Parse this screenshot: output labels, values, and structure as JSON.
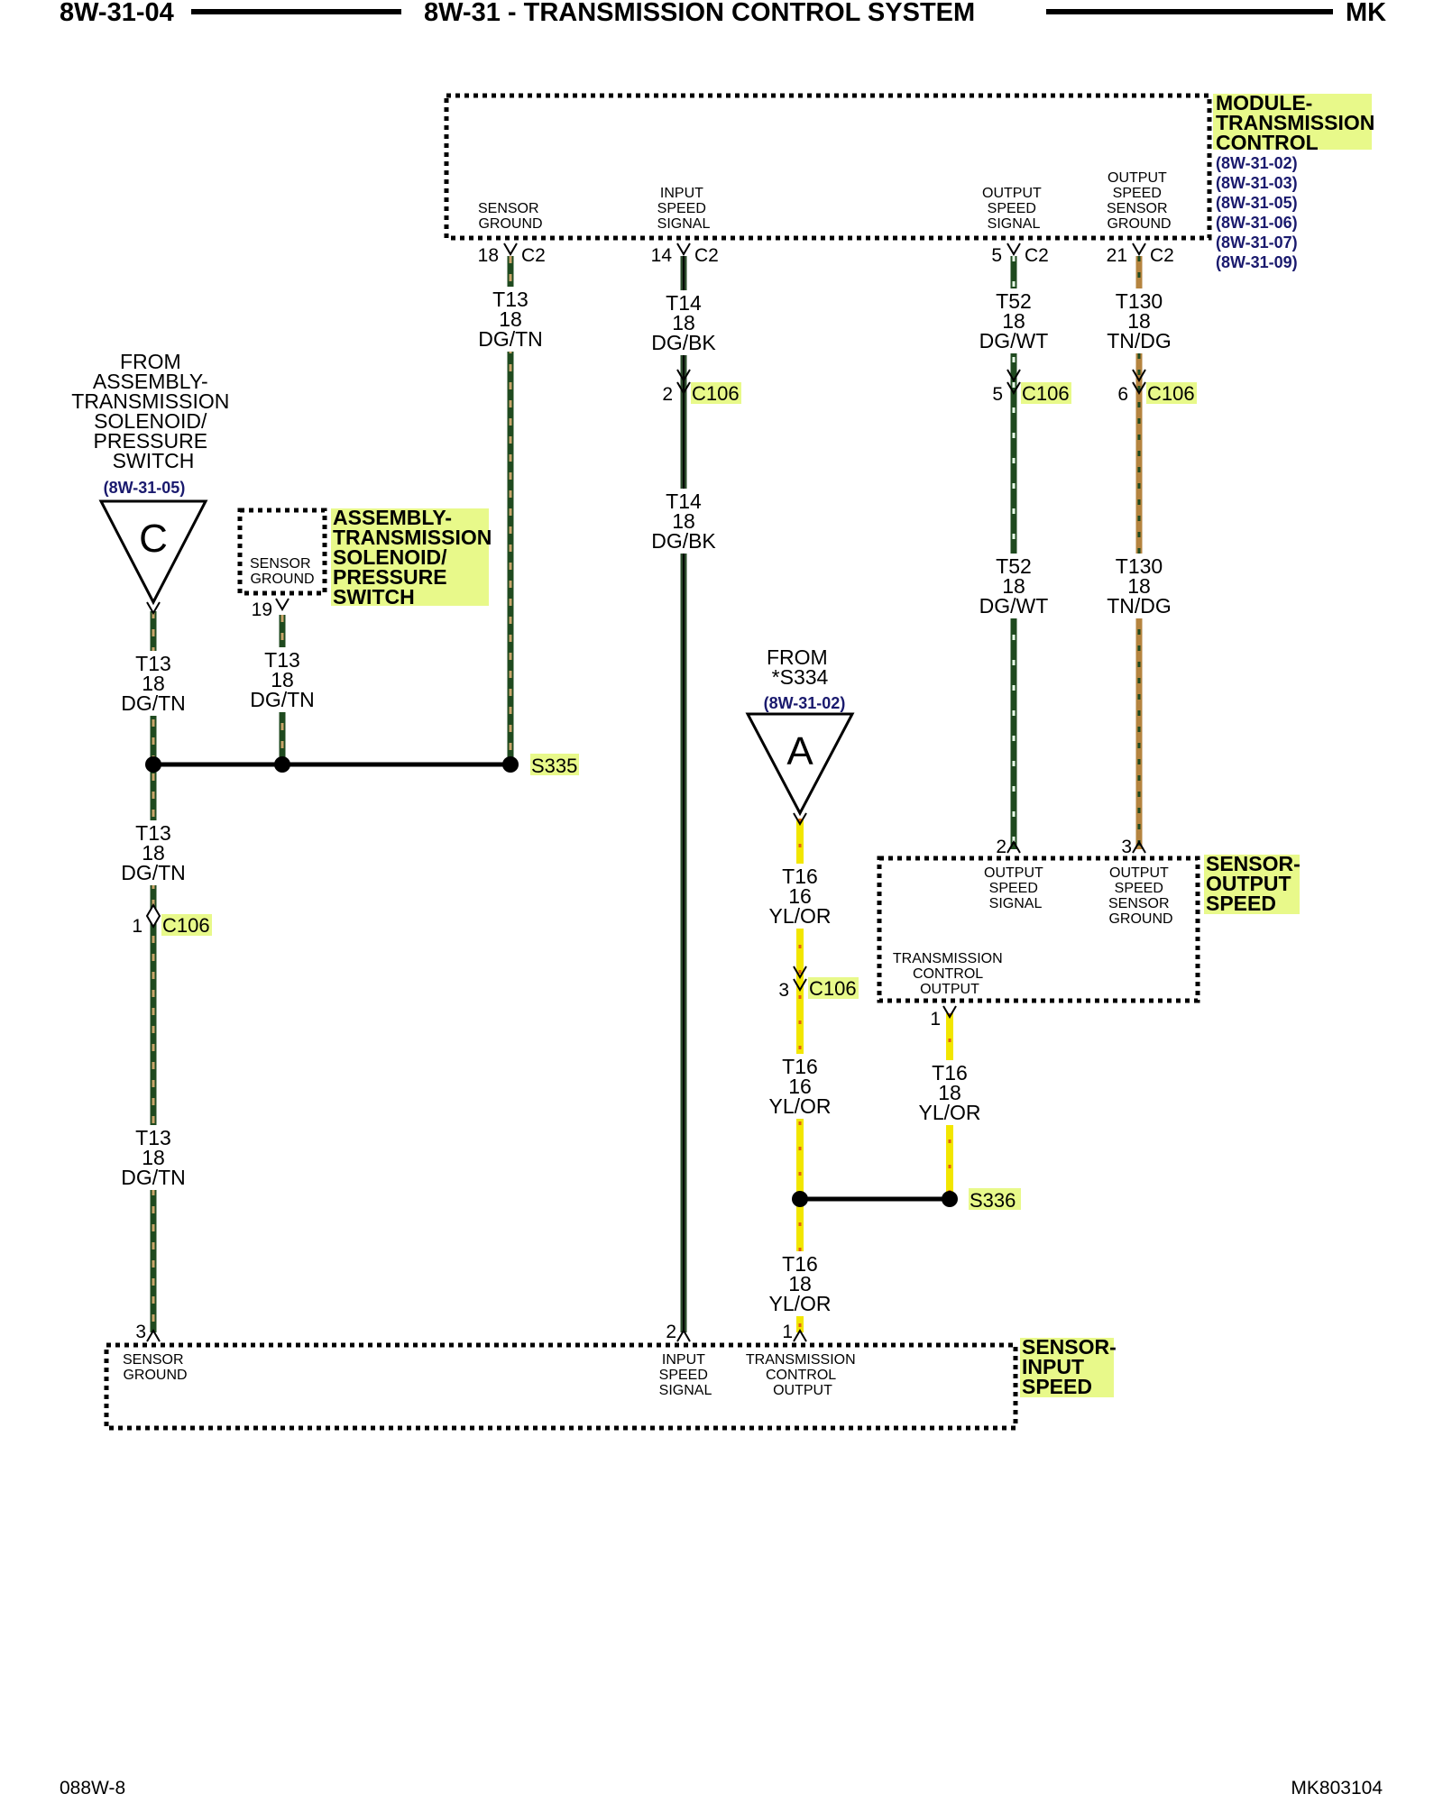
{
  "header": {
    "left": "8W-31-04",
    "center": "8W-31 - TRANSMISSION CONTROL SYSTEM",
    "right": "MK"
  },
  "footer": {
    "left": "088W-8",
    "right": "MK803104"
  },
  "colors": {
    "dg_tn": "#1f4a1f",
    "tn_stripe": "#c8a46a",
    "dg_bk": "#2a4a2a",
    "dg_wt": "#1f4a1f",
    "tn_dg": "#b5843f",
    "yl_or": "#f2e600",
    "or_stripe": "#e06010",
    "label_highlight": "#e8f98a"
  },
  "tcm": {
    "title": [
      "MODULE-",
      "TRANSMISSION",
      "CONTROL"
    ],
    "refs": [
      "(8W-31-02)",
      "(8W-31-03)",
      "(8W-31-05)",
      "(8W-31-06)",
      "(8W-31-07)",
      "(8W-31-09)"
    ],
    "pins": [
      {
        "label": [
          "SENSOR",
          "GROUND"
        ],
        "num": "18",
        "conn": "C2"
      },
      {
        "label": [
          "INPUT",
          "SPEED",
          "SIGNAL"
        ],
        "num": "14",
        "conn": "C2"
      },
      {
        "label": [
          "OUTPUT",
          "SPEED",
          "SIGNAL"
        ],
        "num": "5",
        "conn": "C2"
      },
      {
        "label": [
          "OUTPUT",
          "SPEED",
          "SENSOR",
          "GROUND"
        ],
        "num": "21",
        "conn": "C2"
      }
    ]
  },
  "from_c": {
    "lines": [
      "FROM",
      "ASSEMBLY-",
      "TRANSMISSION",
      "SOLENOID/",
      "PRESSURE",
      "SWITCH"
    ],
    "ref": "(8W-31-05)",
    "letter": "C"
  },
  "solenoid": {
    "title": [
      "ASSEMBLY-",
      "TRANSMISSION",
      "SOLENOID/",
      "PRESSURE",
      "SWITCH"
    ],
    "pin_label": [
      "SENSOR",
      "GROUND"
    ],
    "pin": "19"
  },
  "from_a": {
    "lines": [
      "FROM",
      "*S334"
    ],
    "ref": "(8W-31-02)",
    "letter": "A"
  },
  "output_sensor": {
    "title": [
      "SENSOR-",
      "OUTPUT",
      "SPEED"
    ],
    "pins": [
      {
        "num": "2",
        "label": [
          "OUTPUT",
          "SPEED",
          "SIGNAL"
        ]
      },
      {
        "num": "3",
        "label": [
          "OUTPUT",
          "SPEED",
          "SENSOR",
          "GROUND"
        ]
      }
    ],
    "output": {
      "num": "1",
      "label": [
        "TRANSMISSION",
        "CONTROL",
        "OUTPUT"
      ]
    }
  },
  "input_sensor": {
    "title": [
      "SENSOR-",
      "INPUT",
      "SPEED"
    ],
    "pins": [
      {
        "num": "3",
        "label": [
          "SENSOR",
          "GROUND"
        ]
      },
      {
        "num": "2",
        "label": [
          "INPUT",
          "SPEED",
          "SIGNAL"
        ]
      },
      {
        "num": "1",
        "label": [
          "TRANSMISSION",
          "CONTROL",
          "OUTPUT"
        ]
      }
    ]
  },
  "splices": {
    "s335": "S335",
    "s336": "S336"
  },
  "c106": {
    "name": "C106",
    "pins": {
      "t14": "2",
      "t52": "5",
      "t130": "6",
      "t13": "1",
      "t16": "3"
    }
  },
  "wire_labels": {
    "t13_top": [
      "T13",
      "18",
      "DG/TN"
    ],
    "t14_top": [
      "T14",
      "18",
      "DG/BK"
    ],
    "t52_top": [
      "T52",
      "18",
      "DG/WT"
    ],
    "t130_top": [
      "T130",
      "18",
      "TN/DG"
    ],
    "t14_mid": [
      "T14",
      "18",
      "DG/BK"
    ],
    "t52_mid": [
      "T52",
      "18",
      "DG/WT"
    ],
    "t130_mid": [
      "T130",
      "18",
      "TN/DG"
    ],
    "t13_c": [
      "T13",
      "18",
      "DG/TN"
    ],
    "t13_sol": [
      "T13",
      "18",
      "DG/TN"
    ],
    "t13_low1": [
      "T13",
      "18",
      "DG/TN"
    ],
    "t13_low2": [
      "T13",
      "18",
      "DG/TN"
    ],
    "t16_a": [
      "T16",
      "16",
      "YL/OR"
    ],
    "t16_b": [
      "T16",
      "16",
      "YL/OR"
    ],
    "t16_out": [
      "T16",
      "18",
      "YL/OR"
    ],
    "t16_low": [
      "T16",
      "18",
      "YL/OR"
    ]
  }
}
